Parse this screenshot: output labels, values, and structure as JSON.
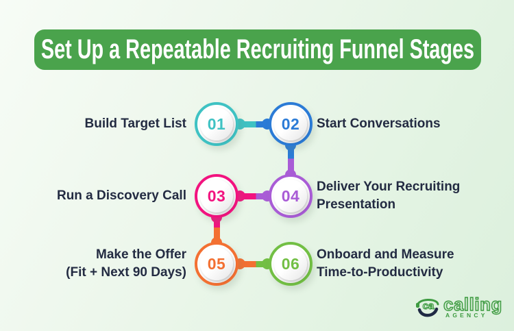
{
  "banner": {
    "title": "Set Up a Repeatable Recruiting Funnel Stages",
    "bg_color": "#4aa34c",
    "text_color": "#ffffff"
  },
  "background_color": "#e8f5e8",
  "label_text_color": "#232b42",
  "stages": [
    {
      "num": "01",
      "color": "#3fc2c3",
      "side": "left",
      "label_lines": [
        "Build Target List"
      ]
    },
    {
      "num": "02",
      "color": "#2b7bd6",
      "side": "right",
      "label_lines": [
        "Start Conversations"
      ]
    },
    {
      "num": "03",
      "color": "#f2137f",
      "side": "left",
      "label_lines": [
        "Run a Discovery Call"
      ]
    },
    {
      "num": "04",
      "color": "#a95cd6",
      "side": "right",
      "label_lines": [
        "Deliver Your Recruiting",
        "Presentation"
      ]
    },
    {
      "num": "05",
      "color": "#f37032",
      "side": "left",
      "label_lines": [
        "Make the Offer",
        "(Fit + Next 90 Days)"
      ]
    },
    {
      "num": "06",
      "color": "#72bf44",
      "side": "right",
      "label_lines": [
        "Onboard and Measure",
        "Time-to-Productivity"
      ]
    }
  ],
  "connectors": [
    {
      "from": "01",
      "to": "02",
      "colors": [
        "#3fc2c3",
        "#2b7bd6"
      ]
    },
    {
      "from": "02",
      "to": "04",
      "colors": [
        "#2b7bd6",
        "#a95cd6"
      ]
    },
    {
      "from": "03",
      "to": "04",
      "colors": [
        "#f2137f",
        "#a95cd6"
      ]
    },
    {
      "from": "03",
      "to": "05",
      "colors": [
        "#f2137f",
        "#f37032"
      ]
    },
    {
      "from": "05",
      "to": "06",
      "colors": [
        "#f37032",
        "#72bf44"
      ]
    }
  ],
  "logo": {
    "brand": "calling",
    "subtitle": "AGENCY",
    "icon_text": "ca",
    "color": "#3e9b41"
  }
}
